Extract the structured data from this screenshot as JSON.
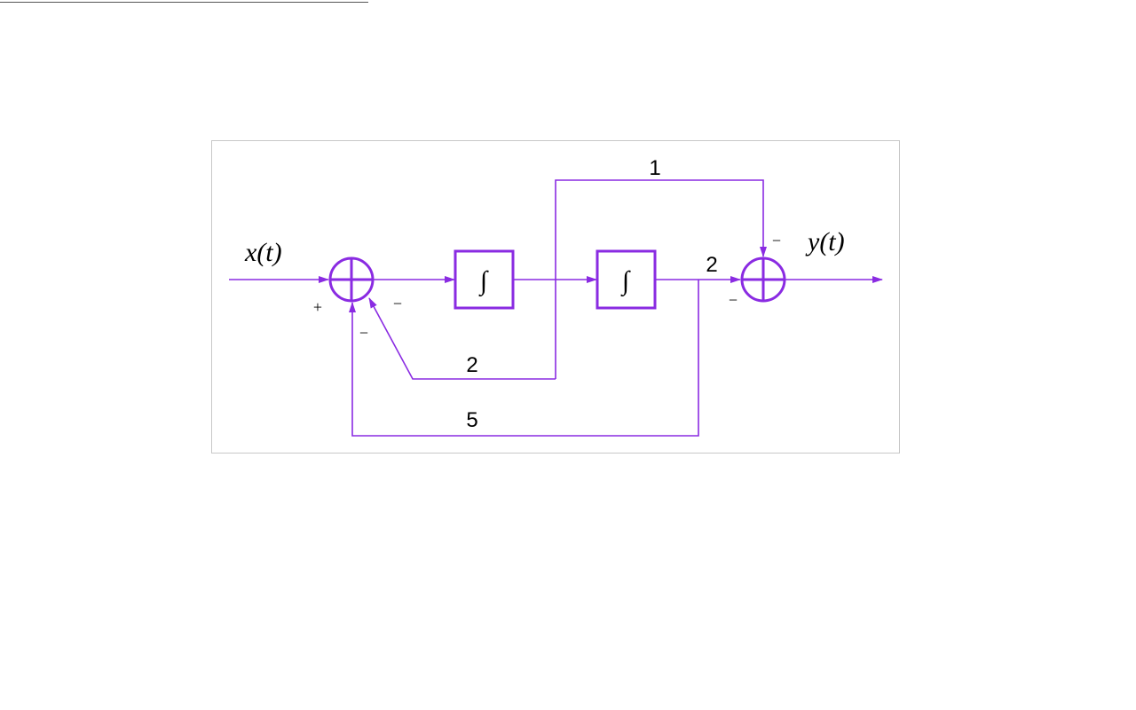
{
  "colors": {
    "wire": "#8a2be2",
    "block": "#8a2be2",
    "text": "#000000"
  },
  "signals": {
    "input_label": "x(t)",
    "output_label": "y(t)"
  },
  "blocks": [
    {
      "id": "integrator-1",
      "symbol": "∫"
    },
    {
      "id": "integrator-2",
      "symbol": "∫"
    }
  ],
  "gains": {
    "feedforward_top": "1",
    "output_path": "2",
    "feedback_inner": "2",
    "feedback_outer": "5"
  },
  "summing_junction_1": {
    "sign_input": "+",
    "sign_inner_feedback": "−",
    "sign_outer_feedback": "−"
  },
  "summing_junction_2": {
    "sign_top": "−",
    "sign_left": "−"
  }
}
